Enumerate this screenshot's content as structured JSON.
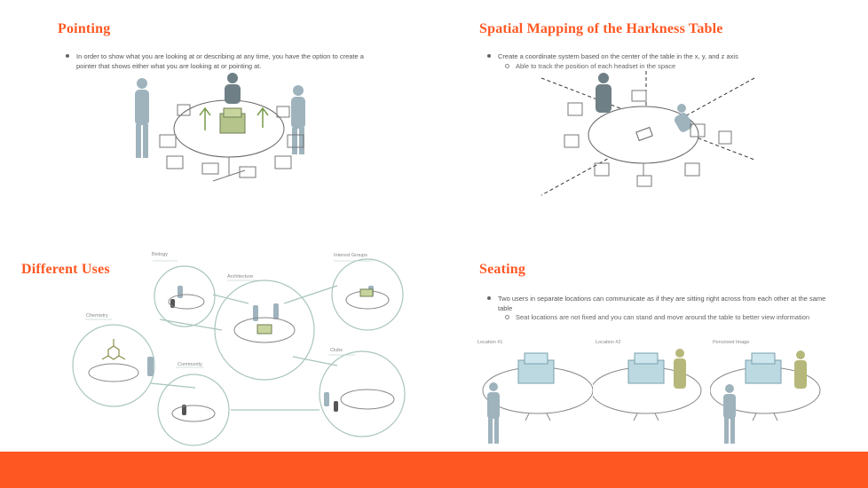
{
  "pointing": {
    "title": "Pointing",
    "bullet": "In order to show what you are looking at or describing at any time, you have the option to create a pointer that shows either what you are looking at or pointing at."
  },
  "spatial": {
    "title": "Spatial Mapping of the Harkness Table",
    "bullet": "Create a coordinate system based on the center of the table in the x, y, and z axis",
    "sub": "Able to track the position of each headset in the space"
  },
  "uses": {
    "title": "Different Uses",
    "labels": [
      "Biology",
      "Architecture",
      "Interest Groups",
      "Chemistry",
      "Clubs",
      "Community"
    ]
  },
  "seating": {
    "title": "Seating",
    "bullet": "Two users in separate locations can communicate as if they are sitting right across from each other at the same table",
    "sub": "Seat locations are not fixed and you can stand and move around the table to better view information",
    "labels": [
      "Location #1",
      "Location #2",
      "Perceived Image"
    ]
  },
  "colors": {
    "accent": "#ff5722",
    "figure": "#9fb3bd",
    "figure_dark": "#6f7f86",
    "figure_olive": "#b5b87a",
    "model": "#bcd9e2",
    "circle": "#a9c5bd"
  }
}
